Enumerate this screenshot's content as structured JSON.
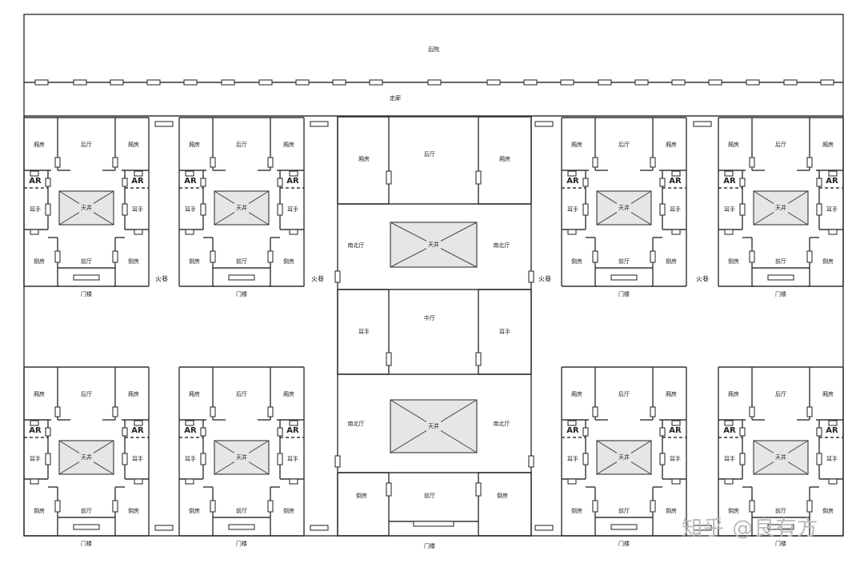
{
  "labels": {
    "back_garden": "后院",
    "corridor": "走廊",
    "side_alley": "火巷",
    "gate": "门楼",
    "side_room": "厢房",
    "rear_hall": "后厅",
    "ar": "AR",
    "patio": "天井",
    "helper": "耳手",
    "front_room": "倒房",
    "front_hall": "前厅",
    "south_north_hall": "南北厅",
    "middle_hall": "中厅"
  },
  "watermark": "知乎 @良有方"
}
